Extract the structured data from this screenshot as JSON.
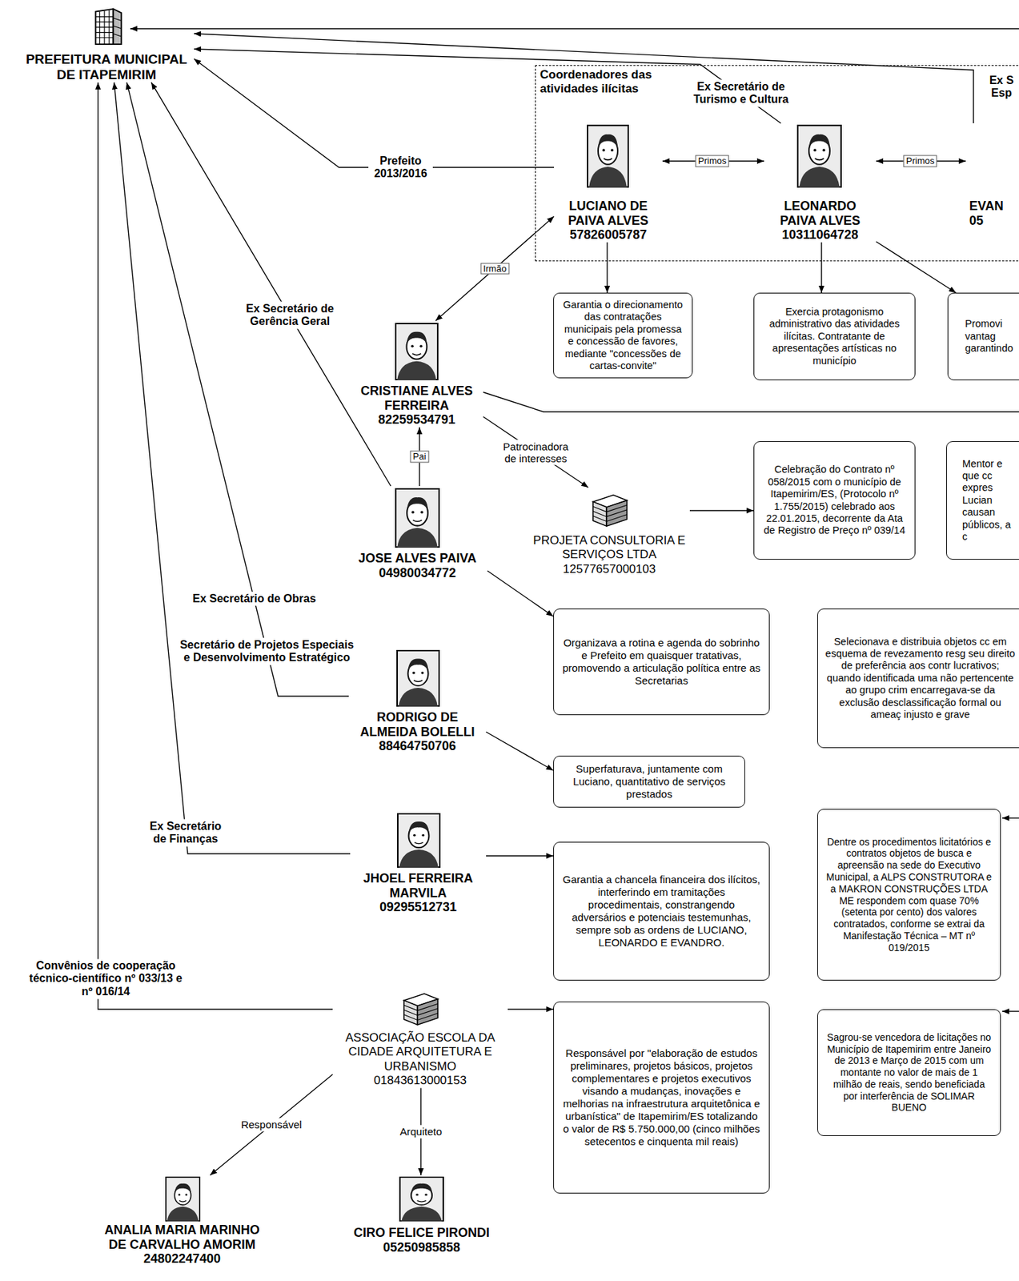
{
  "diagram": {
    "nodes": [
      {
        "text": [
          "PREFEITURA MUNICIPAL DE ITAPEMIRIM"
        ]
      },
      {
        "text": [
          "Coordenadores das atividades ilícitas"
        ]
      },
      {
        "text": [
          "LUCIANO DE PAIVA ALVES",
          "57826005787"
        ],
        "in": 1
      },
      {
        "text": [
          "LEONARDO PAIVA ALVES",
          "10311064728"
        ],
        "in": 1
      },
      {
        "text": [
          "EVAN",
          "05"
        ],
        "in": 1
      },
      {
        "text": [
          "Garantia o direcionamento das contratações municipais pela promessa e concessão de favores, mediante \"concessões de cartas-convite\""
        ]
      },
      {
        "text": [
          "Exercia protagonismo administrativo das atividades ilícitas. Contratante de apresentações artísticas no município"
        ]
      },
      {
        "text": [
          "Promovi vantag garantindo"
        ]
      },
      {
        "text": [
          "CRISTIANE ALVES FERREIRA",
          "82259534791"
        ]
      },
      {
        "text": [
          "PROJETA CONSULTORIA E SERVIÇOS LTDA",
          "12577657000103"
        ]
      },
      {
        "text": [
          "Celebração do Contrato nº 058/2015 com o município de Itapemirim/ES, (Protocolo nº 1.755/2015) celebrado aos 22.01.2015, decorrente da Ata de Registro de Preço nº 039/14"
        ]
      },
      {
        "text": [
          "Mentor e que cc expres Lucian causan públicos, a c"
        ]
      },
      {
        "text": [
          "JOSE ALVES PAIVA",
          "04980034772"
        ]
      },
      {
        "text": [
          "Organizava a rotina e agenda do sobrinho e Prefeito em quaisquer tratativas, promovendo a articulação política entre as Secretarias"
        ]
      },
      {
        "text": [
          "Selecionava e distribuia objetos cc em esquema de revezamento resg seu direito de preferência aos contr lucrativos; quando identificada uma não pertencente ao grupo crim encarregava-se da exclusão desclassificação formal ou ameaç injusto e grave"
        ]
      },
      {
        "text": [
          "RODRIGO DE ALMEIDA BOLELLI",
          "88464750706"
        ]
      },
      {
        "text": [
          "Superfaturava, juntamente com Luciano, quantitativo de serviços prestados"
        ]
      },
      {
        "text": [
          "JHOEL FERREIRA MARVILA",
          "09295512731"
        ]
      },
      {
        "text": [
          "Garantia a chancela financeira dos ilícitos, interferindo em tramitações procedimentais, constrangendo adversários e potenciais testemunhas, sempre sob as ordens de LUCIANO, LEONARDO E EVANDRO."
        ]
      },
      {
        "text": [
          "Dentre os procedimentos licitatórios e contratos objetos de busca e apreensão na sede do Executivo Municipal, a ALPS CONSTRUTORA e a MAKRON CONSTRUÇÕES LTDA ME respondem com quase 70% (setenta por cento) dos valores contratados, conforme se extrai da Manifestação Técnica – MT nº 019/2015"
        ]
      },
      {
        "text": [
          "ASSOCIAÇÃO ESCOLA DA CIDADE ARQUITETURA E URBANISMO",
          "01843613000153"
        ]
      },
      {
        "text": [
          "Responsável por \"elaboração de estudos preliminares, projetos básicos, projetos complementares e projetos executivos visando a mudanças, inovações e melhorias na infraestrutura arquitetônica e urbanística\" de Itapemirim/ES totalizando o valor de R$ 5.750.000,00 (cinco milhões setecentos e cinquenta mil reais)"
        ]
      },
      {
        "text": [
          "Sagrou-se vencedora de licitações no Município de Itapemirim entre Janeiro de 2013 e Março de 2015 com um montante no valor de mais de 1 milhão de reais, sendo beneficiada por interferência de SOLIMAR BUENO"
        ]
      },
      {
        "text": [
          "ANALIA MARIA MARINHO DE CARVALHO AMORIM",
          "24802247400"
        ]
      },
      {
        "text": [
          "CIRO FELICE PIRONDI",
          "05250985858"
        ]
      }
    ],
    "edges": [
      {
        "from": 2,
        "to": 0,
        "arrow": "to",
        "label": "Prefeito 2013/2016"
      },
      {
        "from": 3,
        "to": 0,
        "arrow": "to",
        "label": "Ex Secretário de Turismo e Cultura"
      },
      {
        "from": 4,
        "to": 0,
        "arrow": "to",
        "label": "Ex S Esp"
      },
      {
        "from": 2,
        "to": 3,
        "arrow": "both",
        "label": "Primos"
      },
      {
        "from": 3,
        "to": 4,
        "arrow": "both",
        "label": "Primos"
      },
      {
        "from": 2,
        "to": 8,
        "arrow": "both",
        "label": "Irmão"
      },
      {
        "from": 12,
        "to": 0,
        "arrow": "to",
        "label": "Ex Secretário de Gerência Geral"
      },
      {
        "from": 15,
        "to": 0,
        "arrow": "to",
        "label": "Secretário de Projetos Especiais e Desenvolvimento Estratégico"
      },
      {
        "from": 17,
        "to": 0,
        "arrow": "to",
        "label": "Ex Secretário de Finanças"
      },
      {
        "from": 20,
        "to": 0,
        "arrow": "to",
        "label": "Convênios de cooperação técnico-científico nº 033/13 e nº 016/14"
      },
      {
        "from": 20,
        "to": 21,
        "arrow": "to"
      },
      {
        "from": 20,
        "to": 23,
        "arrow": "to",
        "label": "Responsável"
      },
      {
        "from": 20,
        "to": 24,
        "arrow": "to",
        "label": "Arquiteto"
      },
      {
        "from": 8,
        "to": 9,
        "arrow": "to",
        "label": "Patrocinadora de interesses"
      },
      {
        "from": 12,
        "to": 8,
        "arrow": "to",
        "label": "Pai"
      },
      {
        "from": 2,
        "to": 5,
        "arrow": "to"
      },
      {
        "from": 3,
        "to": 6,
        "arrow": "to"
      },
      {
        "from": 3,
        "to": 7,
        "arrow": "to"
      },
      {
        "from": 9,
        "to": 10,
        "arrow": "to"
      },
      {
        "from": 12,
        "to": 13,
        "arrow": "to"
      },
      {
        "from": 15,
        "to": 16,
        "arrow": "to"
      },
      {
        "from": 17,
        "to": 18,
        "arrow": "to"
      }
    ],
    "labels": [
      "Ex Secretário de Obras"
    ]
  }
}
